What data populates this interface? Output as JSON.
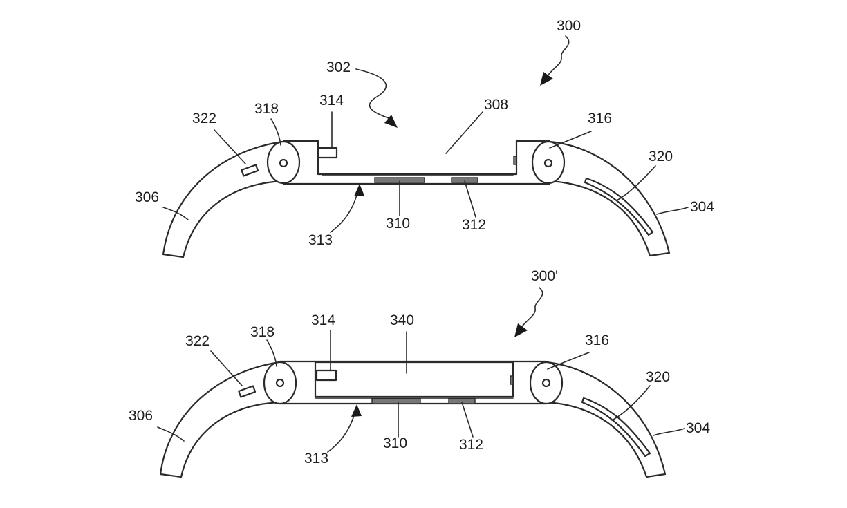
{
  "colors": {
    "line": "#2a2a2a",
    "background": "#ffffff",
    "pad": "#777777"
  },
  "top_figure": {
    "ref_300": "300",
    "ref_302": "302",
    "ref_304": "304",
    "ref_306": "306",
    "ref_308": "308",
    "ref_310": "310",
    "ref_312": "312",
    "ref_313": "313",
    "ref_314": "314",
    "ref_316": "316",
    "ref_318": "318",
    "ref_320": "320",
    "ref_322": "322"
  },
  "bottom_figure": {
    "ref_300p": "300'",
    "ref_304": "304",
    "ref_306": "306",
    "ref_310": "310",
    "ref_312": "312",
    "ref_313": "313",
    "ref_314": "314",
    "ref_316": "316",
    "ref_318": "318",
    "ref_320": "320",
    "ref_322": "322",
    "ref_340": "340"
  }
}
